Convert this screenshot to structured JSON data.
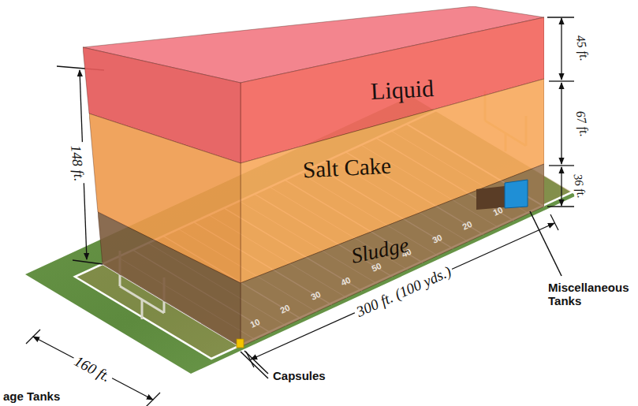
{
  "diagram": {
    "nodes": [
      {
        "text": [
          "Liquid"
        ]
      },
      {
        "text": [
          "Salt Cake"
        ]
      },
      {
        "text": [
          "Sludge"
        ]
      }
    ],
    "labels": [
      "148 ft.",
      "45 ft.",
      "67 ft.",
      "36 ft.",
      "160 ft.",
      "300 ft. (100 yds.)",
      "Miscellaneous Tanks",
      "Capsules",
      "age Tanks",
      "10",
      "20",
      "30",
      "40",
      "50",
      "40",
      "30",
      "20",
      "10"
    ]
  }
}
